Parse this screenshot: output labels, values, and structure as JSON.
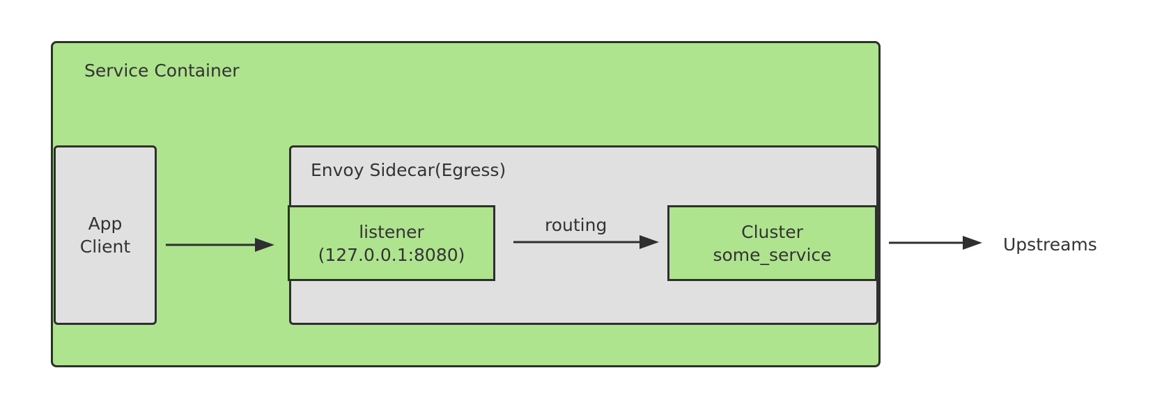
{
  "diagram": {
    "service_container": {
      "title": "Service Container"
    },
    "app_client": {
      "line1": "App",
      "line2": "Client"
    },
    "envoy": {
      "title": "Envoy Sidecar(Egress)"
    },
    "listener": {
      "line1": "listener",
      "line2": "(127.0.0.1:8080)"
    },
    "routing": {
      "label": "routing"
    },
    "cluster": {
      "line1": "Cluster",
      "line2": "some_service"
    },
    "upstreams": {
      "label": "Upstreams"
    },
    "colors": {
      "container_fill": "#afe48f",
      "component_fill": "#e0e0e0",
      "stroke": "#2f2f2f"
    }
  }
}
